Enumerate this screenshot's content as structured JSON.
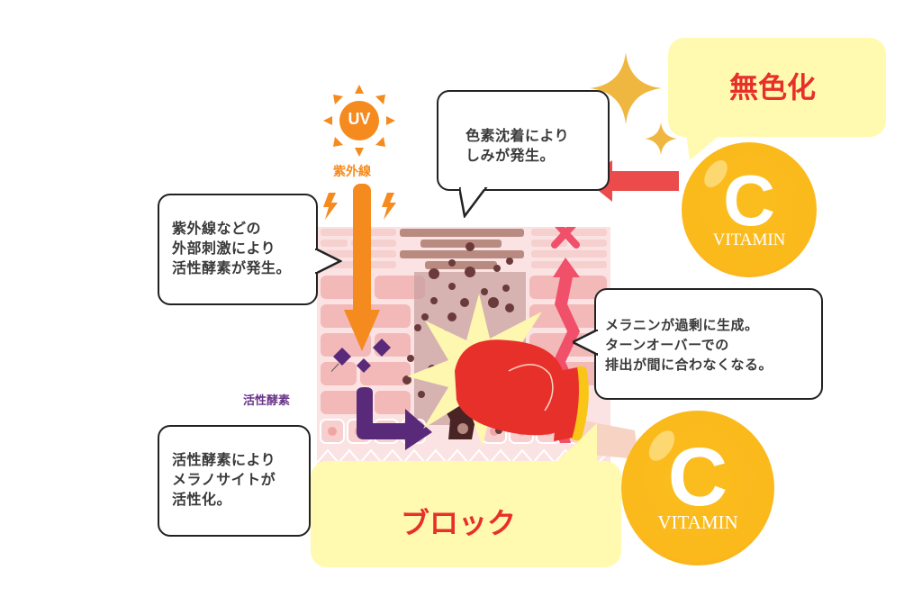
{
  "uv": {
    "sun_label": "UV",
    "caption": "紫外線",
    "color": "#f39a1e"
  },
  "bubbles": {
    "uv_stimulus": "紫外線などの\n外部刺激により\n活性酵素が発生。",
    "pigmentation": "色素沈着により\nしみが発生。",
    "melanin_excess": "メラニンが過剰に生成。\nターンオーバーでの\n排出が間に合わなくなる。",
    "melanocyte": "活性酵素により\nメラノサイトが\n活性化。"
  },
  "labels": {
    "active_oxygen": "活性酵素"
  },
  "overlays": {
    "decolorize": "無色化",
    "block": "ブロック"
  },
  "vitamin_badges": [
    {
      "letter": "C",
      "label": "VITAMIN"
    },
    {
      "letter": "C",
      "label": "VITAMIN"
    }
  ],
  "colors": {
    "orange": "#f58a1f",
    "purple": "#5a2a7a",
    "pink_arrow": "#f0506a",
    "red_text": "#e8302b",
    "yellow_box": "#fffab0",
    "vitamin_gold": "#fbb91c",
    "skin_pink": "#f4c4c4",
    "glove_red": "#e8302b",
    "sparkle": "#efb740"
  }
}
